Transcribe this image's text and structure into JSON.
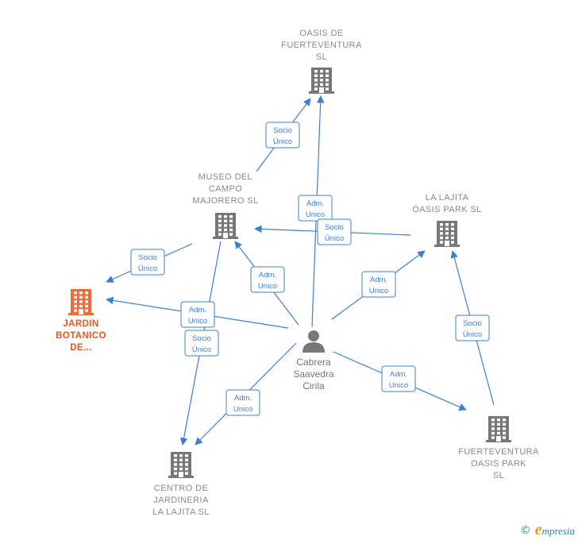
{
  "colors": {
    "edge": "#3b7fd4",
    "building": "#777777",
    "main_building": "#f26a3a",
    "person": "#777777"
  },
  "nodes": [
    {
      "id": "oasis",
      "type": "company",
      "lines": [
        "OASIS DE",
        "FUERTEVENTURA",
        "SL"
      ],
      "icon": "building-icon"
    },
    {
      "id": "museo",
      "type": "company",
      "lines": [
        "MUSEO DEL",
        "CAMPO",
        "MAJORERO SL"
      ],
      "icon": "building-icon"
    },
    {
      "id": "lajita",
      "type": "company",
      "lines": [
        "LA LAJITA",
        "OASIS PARK SL"
      ],
      "icon": "building-icon"
    },
    {
      "id": "jardin",
      "type": "company",
      "main": true,
      "lines": [
        "JARDIN",
        "BOTANICO",
        "DE..."
      ],
      "icon": "building-icon"
    },
    {
      "id": "centro",
      "type": "company",
      "lines": [
        "CENTRO DE",
        "JARDINERIA",
        "LA LAJITA  SL"
      ],
      "icon": "building-icon"
    },
    {
      "id": "fuerte",
      "type": "company",
      "lines": [
        "FUERTEVENTURA",
        "OASIS PARK",
        "SL"
      ],
      "icon": "building-icon"
    },
    {
      "id": "person",
      "type": "person",
      "lines": [
        "Cabrera",
        "Saavedra",
        "Cirila"
      ],
      "icon": "person-icon"
    }
  ],
  "edges": [
    {
      "id": "museo-oasis",
      "label": [
        "Socio",
        "Único"
      ]
    },
    {
      "id": "person-oasis",
      "label": [
        "Adm.",
        "Unico"
      ]
    },
    {
      "id": "lajita-museo",
      "label": [
        "Socio",
        "Único"
      ]
    },
    {
      "id": "person-museo",
      "label": [
        "Adm.",
        "Unico"
      ]
    },
    {
      "id": "museo-jardin",
      "label": [
        "Socio",
        "Único"
      ]
    },
    {
      "id": "person-jardin",
      "label": [
        "Adm.",
        "Unico"
      ]
    },
    {
      "id": "museo-centro",
      "label": [
        "Socio",
        "Único"
      ]
    },
    {
      "id": "person-centro",
      "label": [
        "Adm.",
        "Unico"
      ]
    },
    {
      "id": "person-lajita",
      "label": [
        "Adm.",
        "Unico"
      ]
    },
    {
      "id": "fuerte-lajita",
      "label": [
        "Socio",
        "Único"
      ]
    },
    {
      "id": "person-fuerte",
      "label": [
        "Adm.",
        "Unico"
      ]
    }
  ],
  "footer": {
    "copyright": "©",
    "brand_initial": "e",
    "brand_rest": "mpresia"
  }
}
